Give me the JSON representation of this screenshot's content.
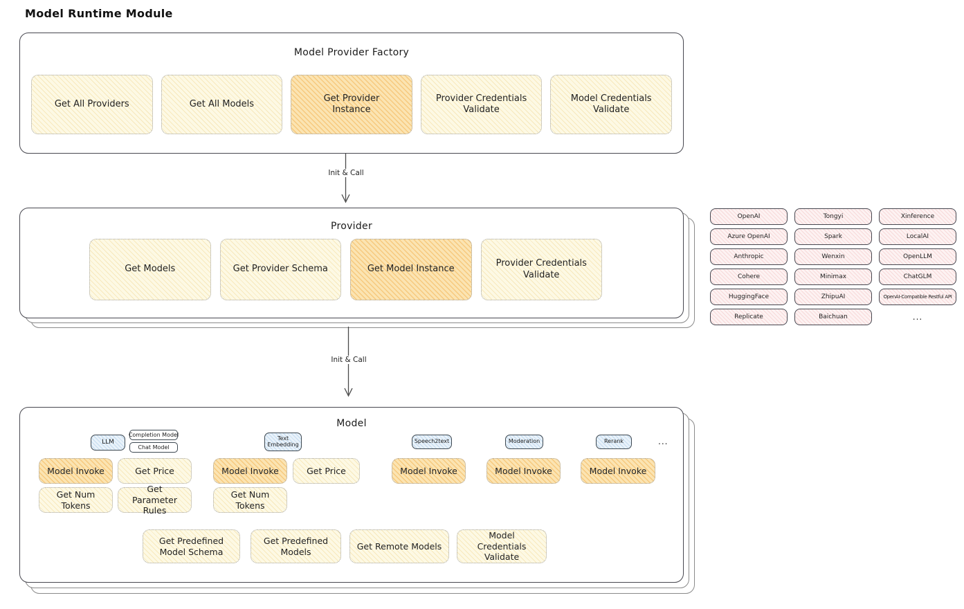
{
  "title": "Model Runtime Module",
  "factory": {
    "title": "Model Provider Factory",
    "boxes": [
      {
        "label": "Get All Providers",
        "highlight": false
      },
      {
        "label": "Get All Models",
        "highlight": false
      },
      {
        "label": "Get Provider Instance",
        "highlight": true
      },
      {
        "label": "Provider Credentials Validate",
        "highlight": false
      },
      {
        "label": "Model Credentials Validate",
        "highlight": false
      }
    ]
  },
  "arrow1": {
    "label": "Init & Call"
  },
  "provider": {
    "title": "Provider",
    "boxes": [
      {
        "label": "Get Models",
        "highlight": false
      },
      {
        "label": "Get Provider Schema",
        "highlight": false
      },
      {
        "label": "Get Model Instance",
        "highlight": true
      },
      {
        "label": "Provider Credentials Validate",
        "highlight": false
      }
    ]
  },
  "provider_list": {
    "items": [
      "OpenAI",
      "Tongyi",
      "Xinference",
      "Azure OpenAI",
      "Spark",
      "LocalAI",
      "Anthropic",
      "Wenxin",
      "OpenLLM",
      "Cohere",
      "Minimax",
      "ChatGLM",
      "HuggingFace",
      "ZhipuAI",
      "OpenAI-Compatible Restful API",
      "Replicate",
      "Baichuan"
    ],
    "more": "..."
  },
  "arrow2": {
    "label": "Init & Call"
  },
  "model": {
    "title": "Model",
    "tags": {
      "llm": "LLM",
      "completion_model": "Completion Model",
      "chat_model": "Chat Model",
      "text_embedding": "Text Embedding",
      "speech2text": "Speech2text",
      "moderation": "Moderation",
      "rerank": "Rerank",
      "more": "..."
    },
    "groups": {
      "llm": [
        "Model Invoke",
        "Get Price",
        "Get Num Tokens",
        "Get Parameter Rules"
      ],
      "text_embedding": [
        "Model Invoke",
        "Get Price",
        "Get Num Tokens"
      ],
      "speech2text": [
        "Model Invoke"
      ],
      "moderation": [
        "Model Invoke"
      ],
      "rerank": [
        "Model Invoke"
      ]
    },
    "bottom_boxes": [
      "Get Predefined Model Schema",
      "Get Predefined Models",
      "Get Remote Models",
      "Model Credentials Validate"
    ]
  },
  "colors": {
    "node_yellow": "#fdf9e4",
    "node_highlight": "#fbe4b2",
    "chip_pink": "#fdf2f2",
    "tag_blue": "#e9f2fa",
    "stroke_dark": "#47474f",
    "stroke_stack": "#8a8a8a"
  }
}
